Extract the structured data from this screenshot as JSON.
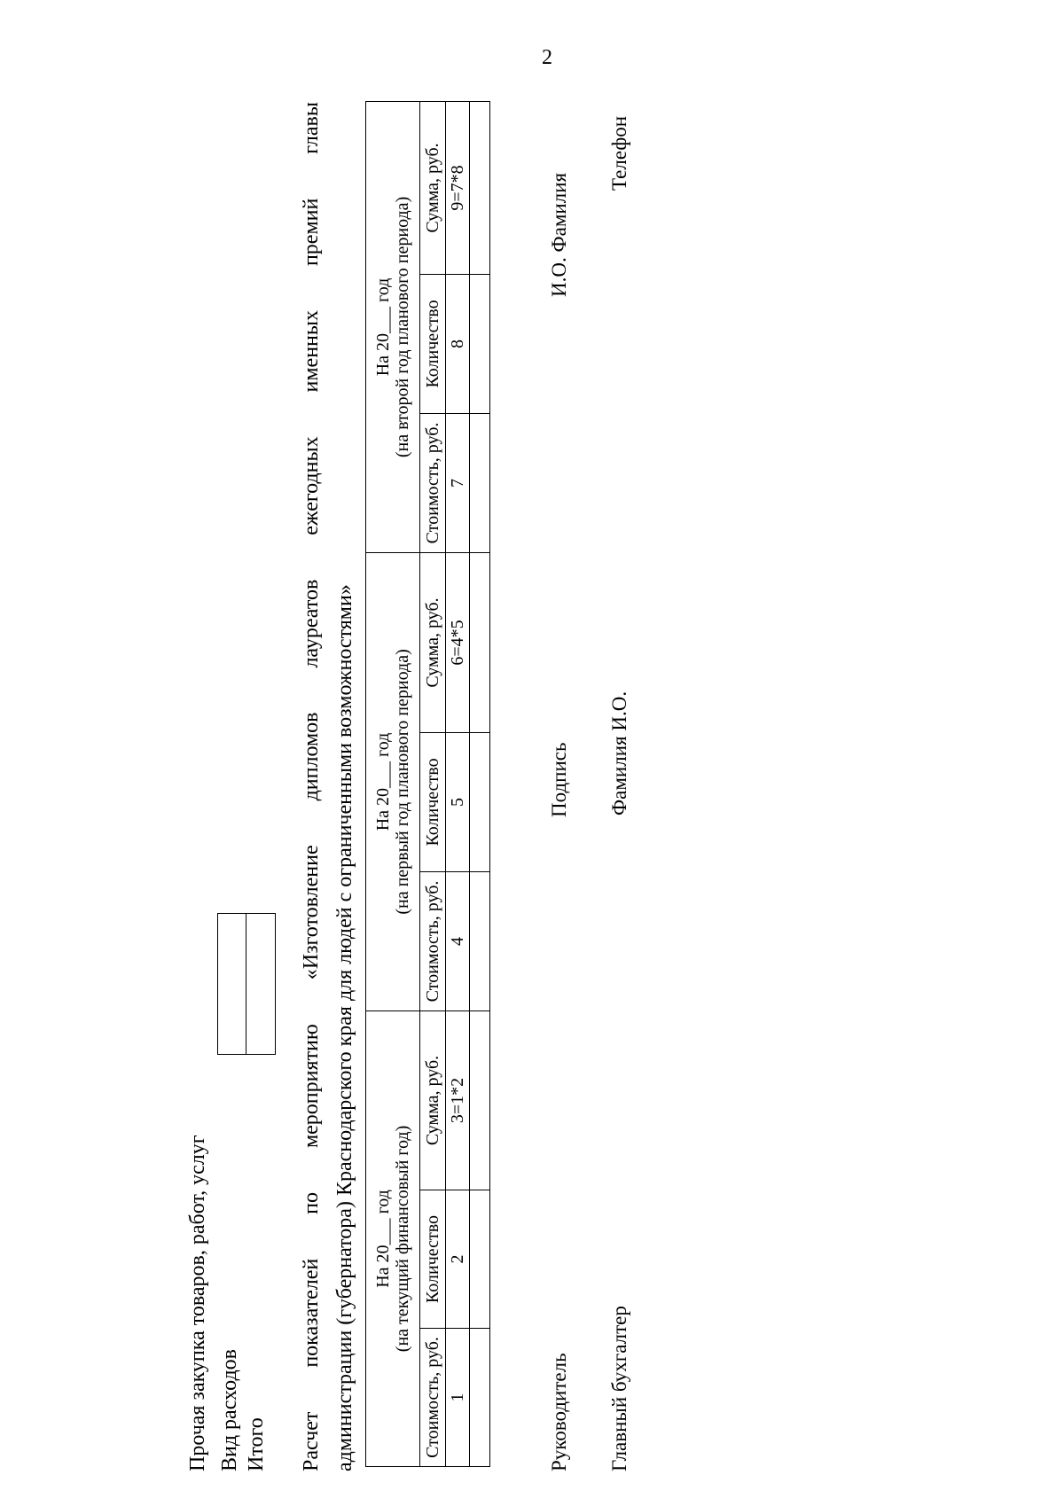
{
  "page_number": "2",
  "header": {
    "purchase_line": "Прочая закупка товаров, работ, услуг",
    "expense_type_label": "Вид расходов",
    "total_label": "Итого"
  },
  "paragraph": {
    "line1_words": [
      "Расчет",
      "показателей",
      "по",
      "мероприятию",
      "«Изготовление",
      "дипломов",
      "лауреатов",
      "ежегодных",
      "именных",
      "премий",
      "главы"
    ],
    "line2": "администрации (губернатора) Краснодарского края для людей с ограниченными возможностями»"
  },
  "table": {
    "groups": [
      {
        "year": "На 20___ год",
        "period": "(на текущий финансовый год)",
        "columns": [
          "Стоимость, руб.",
          "Количество",
          "Сумма, руб."
        ],
        "numbers": [
          "1",
          "2",
          "3=1*2"
        ]
      },
      {
        "year": "На 20___ год",
        "period": "(на первый год планового периода)",
        "columns": [
          "Стоимость, руб.",
          "Количество",
          "Сумма, руб."
        ],
        "numbers": [
          "4",
          "5",
          "6=4*5"
        ]
      },
      {
        "year": "На 20___ год",
        "period": "(на второй год планового периода)",
        "columns": [
          "Стоимость, руб.",
          "Количество",
          "Сумма, руб."
        ],
        "numbers": [
          "7",
          "8",
          "9=7*8"
        ]
      }
    ]
  },
  "signatures": {
    "head_label": "Руководитель",
    "signature_label": "Подпись",
    "head_name": "И.О. Фамилия",
    "accountant_label": "Главный бухгалтер",
    "accountant_name": "Фамилия И.О.",
    "phone_label": "Телефон"
  }
}
